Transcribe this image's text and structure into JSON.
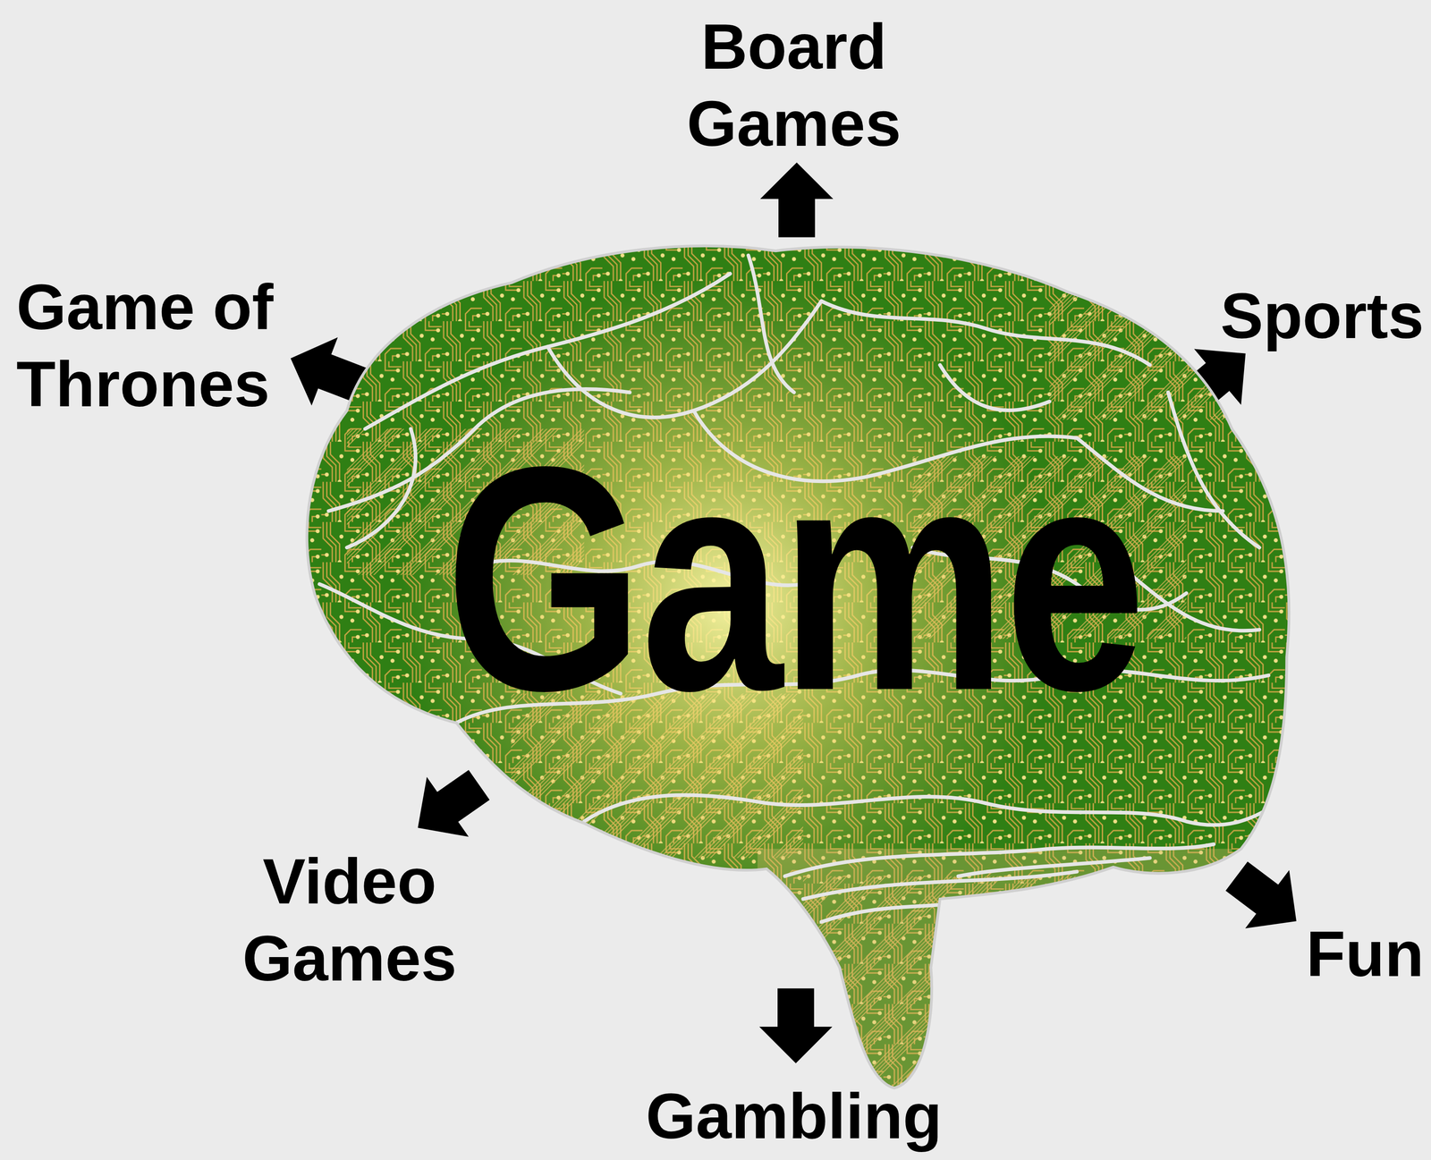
{
  "diagram": {
    "nodes": [
      {
        "text": [
          "Game"
        ]
      }
    ],
    "labels": [
      "Board Games",
      "Game of Thrones",
      "Sports",
      "Video Games",
      "Gambling",
      "Fun"
    ]
  }
}
